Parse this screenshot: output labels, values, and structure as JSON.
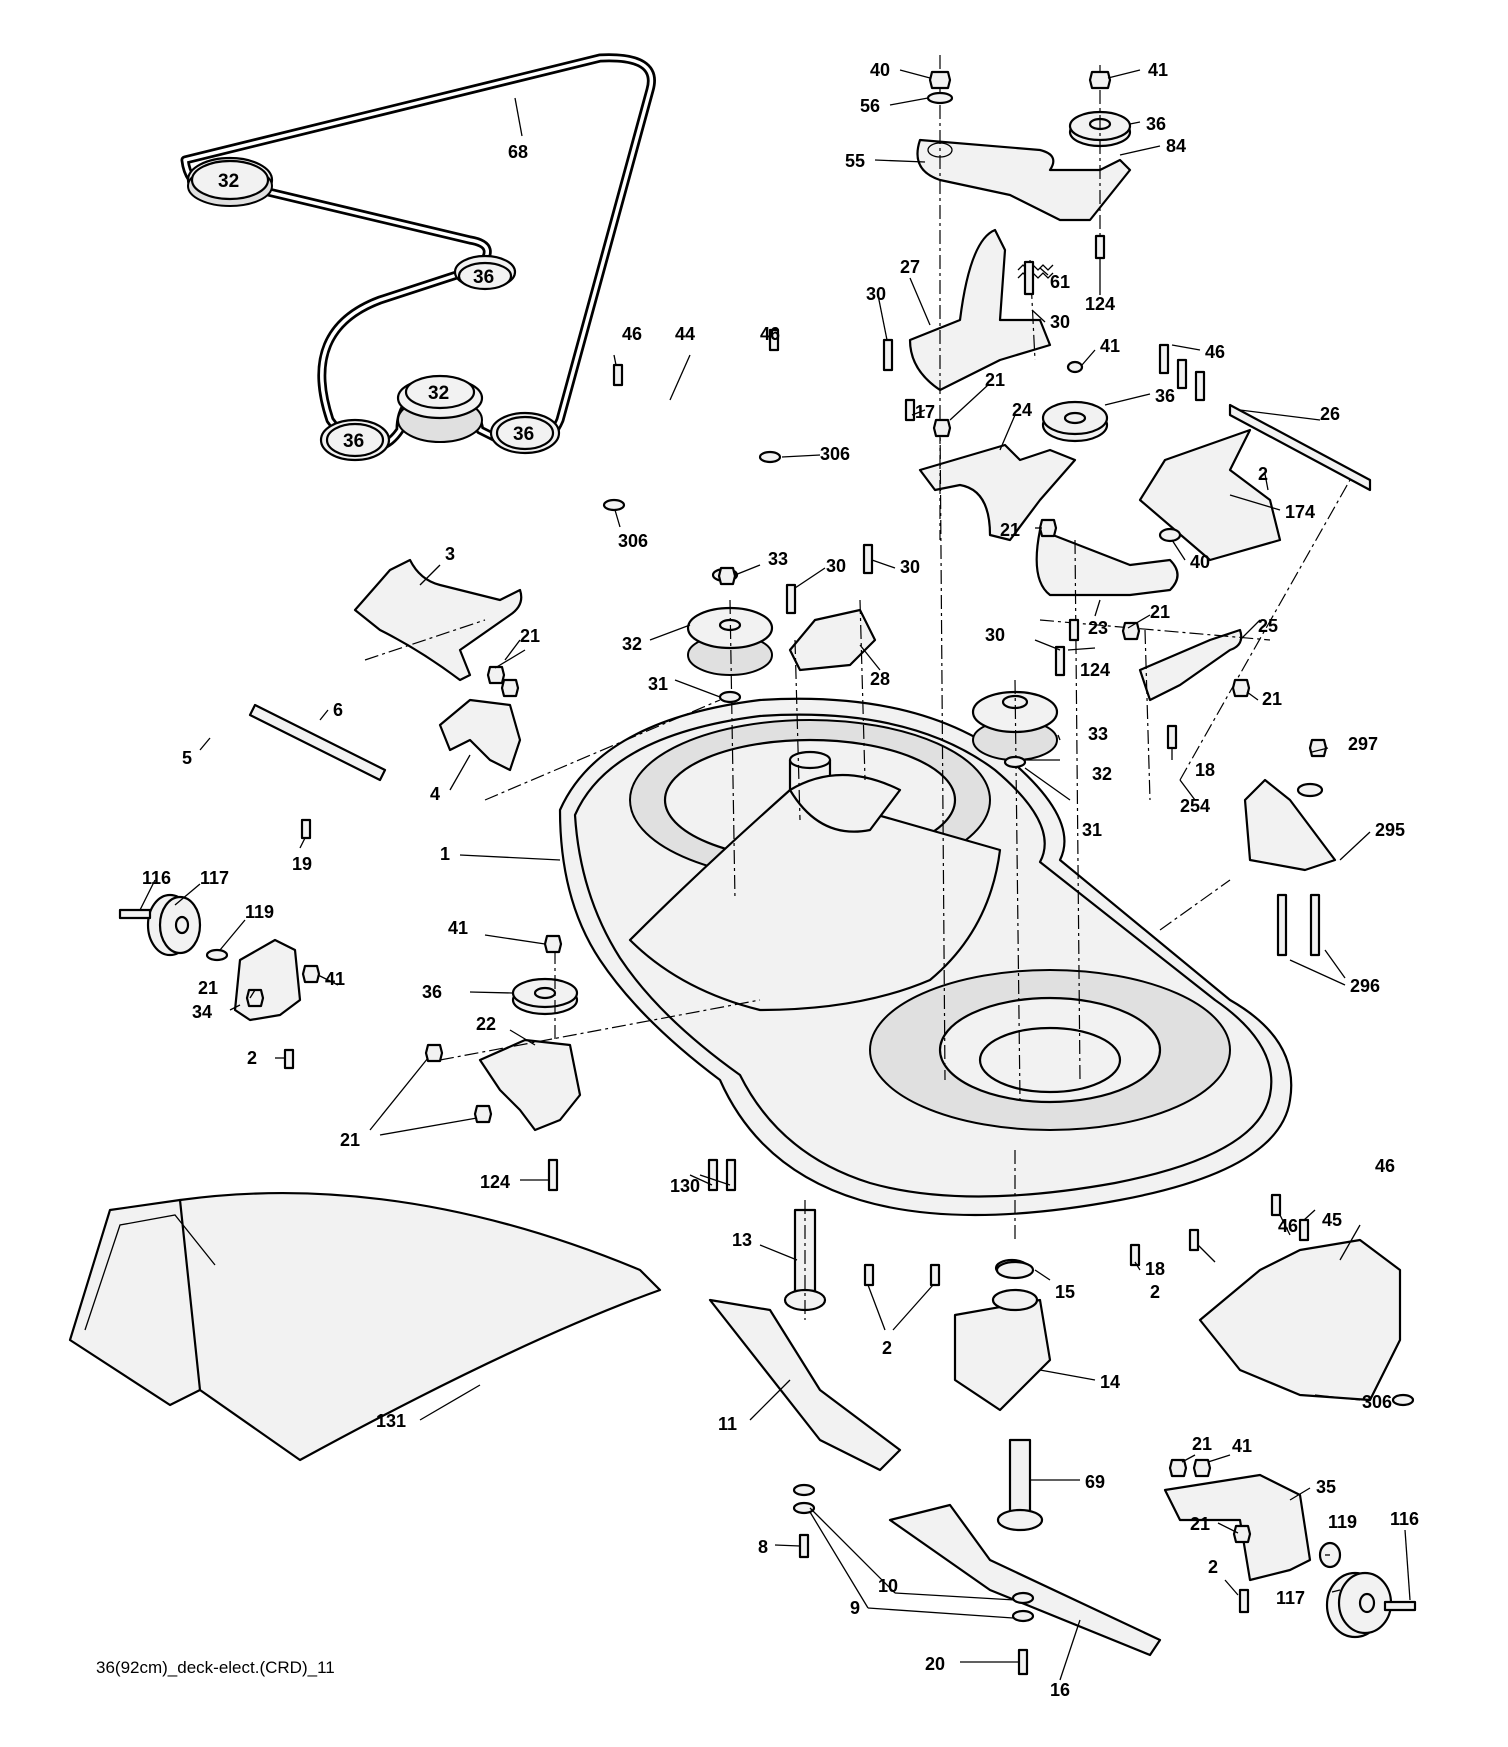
{
  "diagram": {
    "footer_code": "36(92cm)_deck-elect.(CRD)_11",
    "belt_label": "68",
    "belt_pulley_labels": [
      "32",
      "36",
      "32",
      "36",
      "36"
    ],
    "callouts": [
      {
        "id": "c40a",
        "text": "40"
      },
      {
        "id": "c56",
        "text": "56"
      },
      {
        "id": "c41a",
        "text": "41"
      },
      {
        "id": "c36a",
        "text": "36"
      },
      {
        "id": "c84",
        "text": "84"
      },
      {
        "id": "c55",
        "text": "55"
      },
      {
        "id": "c61",
        "text": "61"
      },
      {
        "id": "c124a",
        "text": "124"
      },
      {
        "id": "c27",
        "text": "27"
      },
      {
        "id": "c30a",
        "text": "30"
      },
      {
        "id": "c30b",
        "text": "30"
      },
      {
        "id": "c41b",
        "text": "41"
      },
      {
        "id": "c46a",
        "text": "46"
      },
      {
        "id": "c36b",
        "text": "36"
      },
      {
        "id": "c21a",
        "text": "21"
      },
      {
        "id": "c17",
        "text": "17"
      },
      {
        "id": "c24",
        "text": "24"
      },
      {
        "id": "c26",
        "text": "26"
      },
      {
        "id": "c2a",
        "text": "2"
      },
      {
        "id": "c174",
        "text": "174"
      },
      {
        "id": "c21b",
        "text": "21"
      },
      {
        "id": "c40b",
        "text": "40"
      },
      {
        "id": "c46b",
        "text": "46"
      },
      {
        "id": "c44",
        "text": "44"
      },
      {
        "id": "c46c",
        "text": "46"
      },
      {
        "id": "c306a",
        "text": "306"
      },
      {
        "id": "c306b",
        "text": "306"
      },
      {
        "id": "c3",
        "text": "3"
      },
      {
        "id": "c33a",
        "text": "33"
      },
      {
        "id": "c30c",
        "text": "30"
      },
      {
        "id": "c30d",
        "text": "30"
      },
      {
        "id": "c32a",
        "text": "32"
      },
      {
        "id": "c31a",
        "text": "31"
      },
      {
        "id": "c28",
        "text": "28"
      },
      {
        "id": "c23",
        "text": "23"
      },
      {
        "id": "c21c",
        "text": "21"
      },
      {
        "id": "c25",
        "text": "25"
      },
      {
        "id": "c30e",
        "text": "30"
      },
      {
        "id": "c124b",
        "text": "124"
      },
      {
        "id": "c21d",
        "text": "21"
      },
      {
        "id": "c21e",
        "text": "21"
      },
      {
        "id": "c6",
        "text": "6"
      },
      {
        "id": "c5",
        "text": "5"
      },
      {
        "id": "c4",
        "text": "4"
      },
      {
        "id": "c19",
        "text": "19"
      },
      {
        "id": "c33b",
        "text": "33"
      },
      {
        "id": "c32b",
        "text": "32"
      },
      {
        "id": "c31b",
        "text": "31"
      },
      {
        "id": "c18a",
        "text": "18"
      },
      {
        "id": "c254",
        "text": "254"
      },
      {
        "id": "c297",
        "text": "297"
      },
      {
        "id": "c295",
        "text": "295"
      },
      {
        "id": "c296",
        "text": "296"
      },
      {
        "id": "c1",
        "text": "1"
      },
      {
        "id": "c116a",
        "text": "116"
      },
      {
        "id": "c117a",
        "text": "117"
      },
      {
        "id": "c119a",
        "text": "119"
      },
      {
        "id": "c41c",
        "text": "41"
      },
      {
        "id": "c41d",
        "text": "41"
      },
      {
        "id": "c36c",
        "text": "36"
      },
      {
        "id": "c21f",
        "text": "21"
      },
      {
        "id": "c34",
        "text": "34"
      },
      {
        "id": "c2b",
        "text": "2"
      },
      {
        "id": "c22",
        "text": "22"
      },
      {
        "id": "c21g",
        "text": "21"
      },
      {
        "id": "c124c",
        "text": "124"
      },
      {
        "id": "c130",
        "text": "130"
      },
      {
        "id": "c13",
        "text": "13"
      },
      {
        "id": "c15",
        "text": "15"
      },
      {
        "id": "c2c",
        "text": "2"
      },
      {
        "id": "c18b",
        "text": "18"
      },
      {
        "id": "c2d",
        "text": "2"
      },
      {
        "id": "c46d",
        "text": "46"
      },
      {
        "id": "c45",
        "text": "45"
      },
      {
        "id": "c46e",
        "text": "46"
      },
      {
        "id": "c14",
        "text": "14"
      },
      {
        "id": "c306c",
        "text": "306"
      },
      {
        "id": "c131",
        "text": "131"
      },
      {
        "id": "c11",
        "text": "11"
      },
      {
        "id": "c69",
        "text": "69"
      },
      {
        "id": "c21h",
        "text": "21"
      },
      {
        "id": "c41e",
        "text": "41"
      },
      {
        "id": "c35",
        "text": "35"
      },
      {
        "id": "c21i",
        "text": "21"
      },
      {
        "id": "c119b",
        "text": "119"
      },
      {
        "id": "c116b",
        "text": "116"
      },
      {
        "id": "c2e",
        "text": "2"
      },
      {
        "id": "c117b",
        "text": "117"
      },
      {
        "id": "c10",
        "text": "10"
      },
      {
        "id": "c8",
        "text": "8"
      },
      {
        "id": "c9",
        "text": "9"
      },
      {
        "id": "c20",
        "text": "20"
      },
      {
        "id": "c16",
        "text": "16"
      }
    ]
  }
}
